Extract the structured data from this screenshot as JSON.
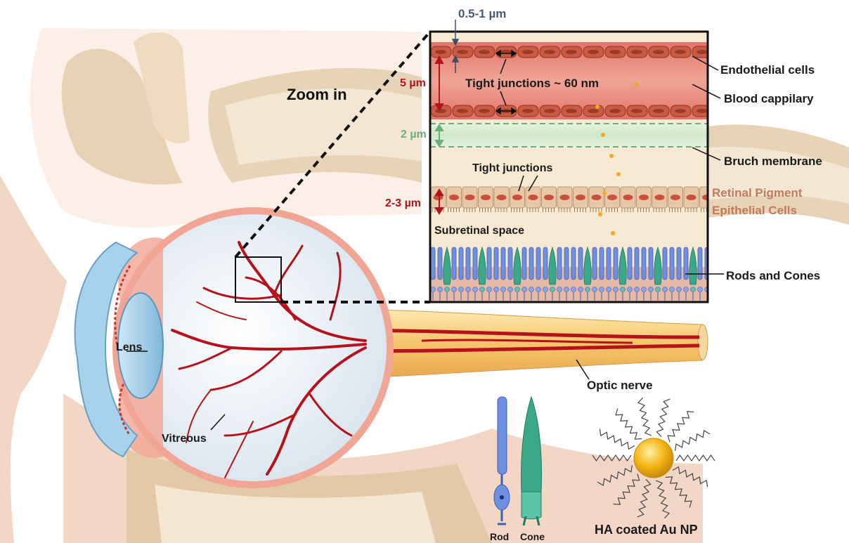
{
  "figure": {
    "labels": {
      "membrane_thickness": "0.5-1 µm",
      "zoom_in": "Zoom in",
      "capillary_width": "5 µm",
      "tight_junctions_60": "Tight junctions ~ 60 nm",
      "endothelial_cells": "Endothelial cells",
      "blood_capillary": "Blood cappilary",
      "bruch_thickness": "2 µm",
      "bruch_membrane": "Bruch membrane",
      "tight_junctions": "Tight junctions",
      "rpe_thickness": "2-3 µm",
      "rpe_line1": "Retinal Pigment",
      "rpe_line2": "Epithelial Cells",
      "subretinal_space": "Subretinal space",
      "rods_and_cones": "Rods and Cones",
      "lens": "Lens",
      "vitreous": "Vitreous",
      "optic_nerve": "Optic nerve",
      "rod": "Rod",
      "cone": "Cone",
      "nanoparticle": "HA coated Au NP"
    },
    "colors": {
      "capillary": "#e88a7c",
      "endothelium": "#c95a44",
      "bruch": "#d7ecd2",
      "rpe": "#e7c7a6",
      "rod": "#6f8fe0",
      "cone": "#3aa889",
      "vessel": "#b5121b",
      "bone": "#e7d3b6",
      "skin": "#f2d7c6",
      "gold": "#f5b719",
      "label_red": "#b3141c",
      "label_green": "#6fae78",
      "label_rpe": "#c07a5c"
    }
  }
}
